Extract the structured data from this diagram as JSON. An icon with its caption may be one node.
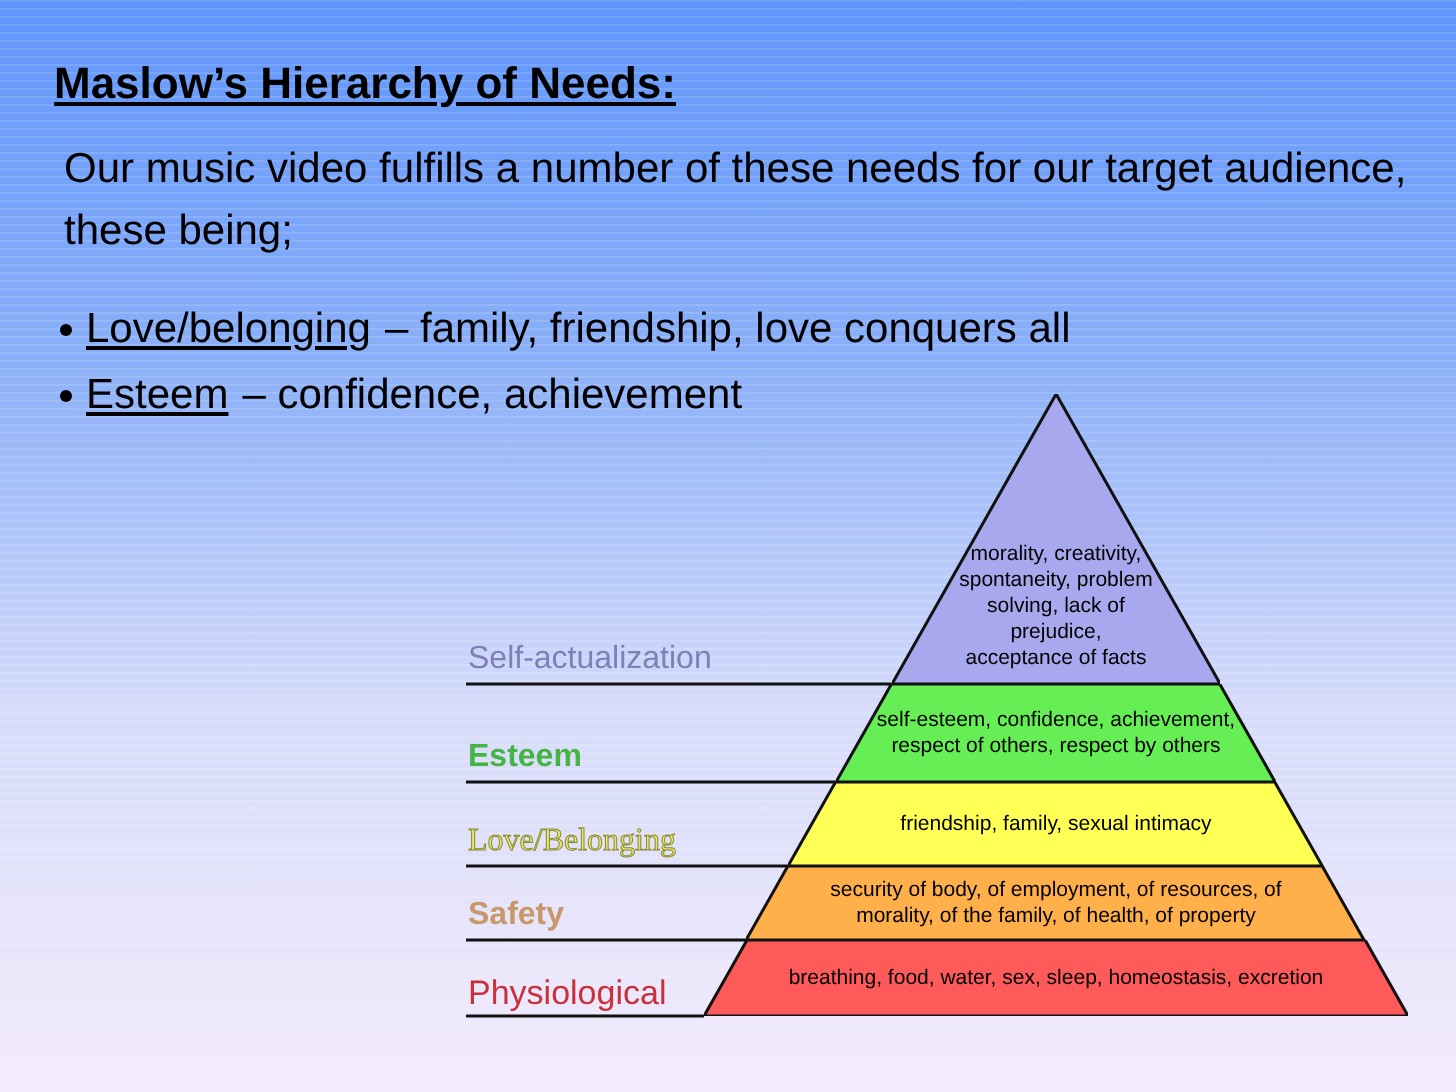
{
  "diagram": {
    "title": "Maslow’s Hierarchy of Needs:",
    "nodes": [
      {
        "text": [
          "morality, creativity, spontaneity, problem solving, lack of prejudice, acceptance of facts"
        ]
      },
      {
        "text": [
          "self-esteem, confidence, achievement, respect of others, respect by others"
        ]
      },
      {
        "text": [
          "friendship, family, sexual intimacy"
        ]
      },
      {
        "text": [
          "security of body, of employment, of resources, of morality, of the family, of health, of property"
        ]
      },
      {
        "text": [
          "breathing, food, water, sex, sleep, homeostasis, excretion"
        ]
      }
    ],
    "labels": [
      "Our music video fulfills a number of these needs for our target audience, these being;",
      "Love/belonging",
      "– family, friendship, love conquers all",
      "Esteem",
      "– confidence, achievement",
      "Self-actualization",
      "Esteem",
      "Love/Belonging",
      "Safety",
      "Physiological"
    ]
  }
}
